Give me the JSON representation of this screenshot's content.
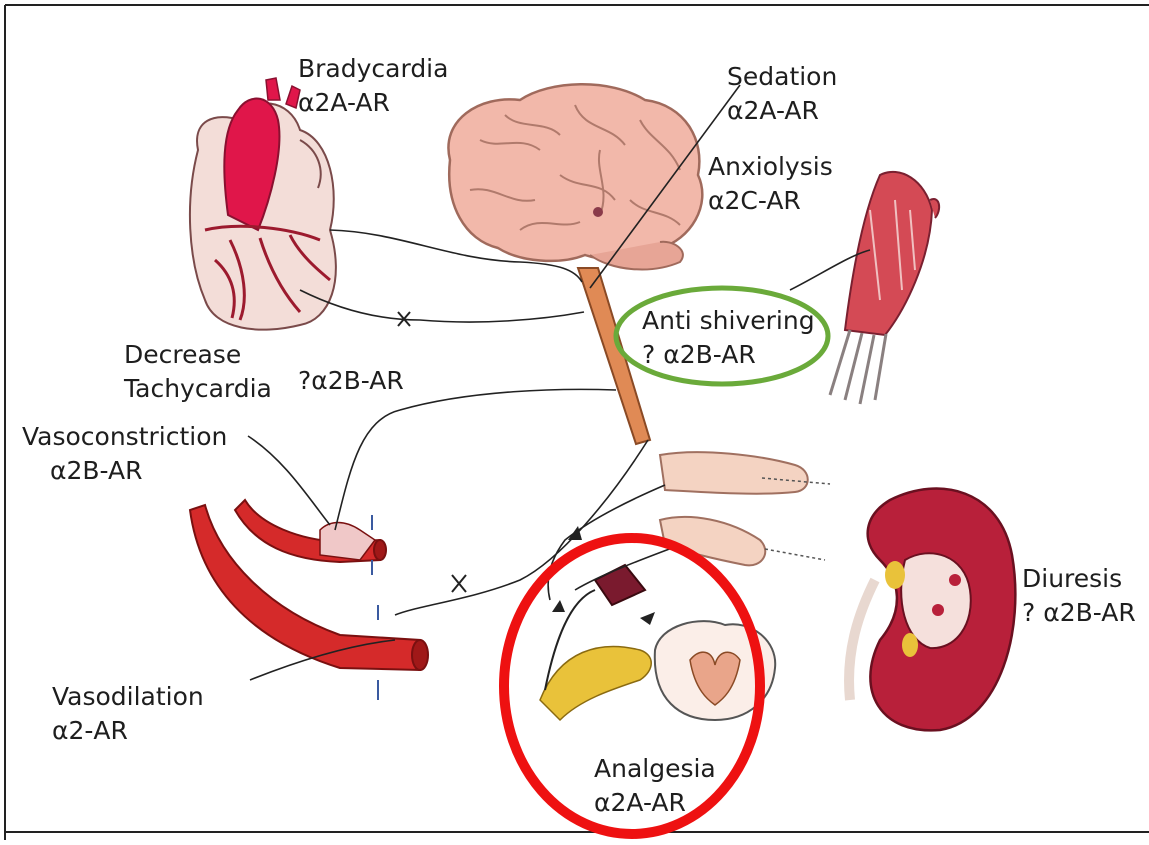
{
  "labels": {
    "bradycardia": {
      "effect": "Bradycardia",
      "receptor": "α2A-AR"
    },
    "sedation": {
      "effect": "Sedation",
      "receptor": "α2A-AR"
    },
    "anxiolysis": {
      "effect": "Anxiolysis",
      "receptor": "α2C-AR"
    },
    "anti_shivering": {
      "effect": "Anti shivering",
      "receptor": "? α2B-AR"
    },
    "tachycardia": {
      "effect_line1": "Decrease",
      "effect_line2": "Tachycardia",
      "receptor": "?α2B-AR"
    },
    "vasoconstriction": {
      "effect": "Vasoconstriction",
      "receptor": "α2B-AR"
    },
    "diuresis": {
      "effect": "Diuresis",
      "receptor": "? α2B-AR"
    },
    "vasodilation": {
      "effect": "Vasodilation",
      "receptor": "α2-AR"
    },
    "analgesia": {
      "effect": "Analgesia",
      "receptor": "α2A-AR"
    }
  },
  "highlights": {
    "anti_shivering_ring_color": "#6aaa3a",
    "analgesia_ring_color": "#ee1111"
  },
  "colors": {
    "heart": "#e0164a",
    "brain": "#f2b8aa",
    "spinal_cord": "#e08a55",
    "vessel": "#d52a2a",
    "kidney": "#b8203a",
    "nerve_line": "#222222"
  }
}
